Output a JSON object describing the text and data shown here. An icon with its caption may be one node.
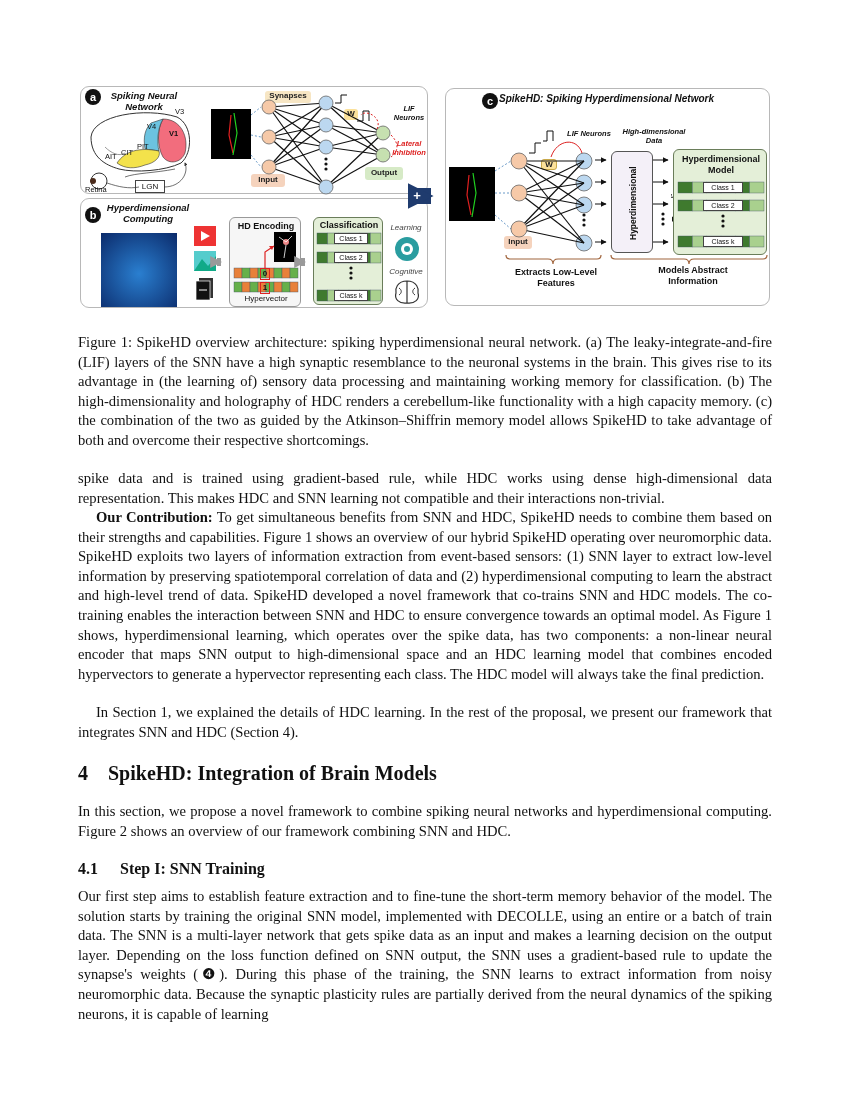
{
  "diagram": {
    "caption": "Figure 1: SpikeHD overview architecture: spiking hyperdimensional neural network. (a) The leaky-integrate-and-fire (LIF) layers of the SNN have a high synaptic resemblance to the neuronal systems in the brain. This gives rise to its advantage in (the learning of) sensory data processing and maintaining working memory for classification. (b) The high-dimensionality and holography of HDC renders a cerebellum-like functionality with a high capacity memory. (c) the combination of the two as guided by the Atkinson–Shiffrin memory model allows SpikeHD to take advantage of both and overcome their respective shortcomings.",
    "nodes": [
      {
        "text": [
          "Spiking Neural Network"
        ]
      },
      {
        "text": [
          "Synapses"
        ],
        "in": 0
      },
      {
        "text": [
          "Input"
        ],
        "in": 0
      },
      {
        "text": [
          "W"
        ],
        "in": 0
      },
      {
        "text": [
          "Output"
        ],
        "in": 0
      },
      {
        "text": [
          "LGN"
        ],
        "in": 0
      },
      {
        "text": [
          "Hyperdimensional Computing"
        ]
      },
      {
        "text": [],
        "shape": "picture",
        "in": 6
      },
      {
        "text": [
          "HD Encoding",
          "Hypervector"
        ],
        "in": 6
      },
      {
        "text": [
          "Classification"
        ],
        "in": 6
      },
      {
        "text": [
          "Class 1"
        ],
        "in": 9
      },
      {
        "text": [
          "Class 2"
        ],
        "in": 9
      },
      {
        "text": [
          "Class k"
        ],
        "in": 9
      },
      {
        "text": [
          "SpikeHD: Spiking Hyperdimensional Network"
        ]
      },
      {
        "text": [
          "Input"
        ],
        "in": 13
      },
      {
        "text": [
          "W"
        ],
        "in": 13
      },
      {
        "text": [],
        "shape": "picture",
        "in": 13
      },
      {
        "text": [
          "Hyperdimensional Encoding"
        ],
        "in": 13
      },
      {
        "text": [
          "Hyperdimensional Model"
        ],
        "in": 13
      },
      {
        "text": [
          "Class 1"
        ],
        "in": 18
      },
      {
        "text": [
          "Class 2"
        ],
        "in": 18
      },
      {
        "text": [
          "Class k"
        ],
        "in": 18
      }
    ],
    "edges": [
      {
        "from": 7,
        "to": 8,
        "arrow": "to",
        "style": "thick",
        "color": "#9a9a9a"
      },
      {
        "from": 8,
        "to": 9,
        "arrow": "to",
        "style": "thick",
        "color": "#9a9a9a"
      },
      {
        "from": 0,
        "to": 13,
        "arrow": "to",
        "label": "+",
        "style": "thick",
        "color": "#1f3b6e"
      },
      {
        "from": 6,
        "to": 13,
        "arrow": "to",
        "style": "thick",
        "color": "#1f3b6e"
      },
      {
        "from": 16,
        "to": 17,
        "arrow": "to"
      },
      {
        "from": 16,
        "to": 17,
        "arrow": "to"
      },
      {
        "from": 16,
        "to": 17,
        "arrow": "to"
      },
      {
        "from": 16,
        "to": 17,
        "arrow": "to"
      },
      {
        "from": 17,
        "to": 18,
        "arrow": "to"
      },
      {
        "from": 17,
        "to": 18,
        "arrow": "to"
      },
      {
        "from": 17,
        "to": 18,
        "arrow": "to"
      },
      {
        "from": 17,
        "to": 18,
        "arrow": "to"
      }
    ],
    "labels": [
      "a",
      "V3",
      "V4",
      "V1",
      "PIT",
      "CIT",
      "AIT",
      "Retina",
      "LIF Neurons",
      "Lateral Inhibition",
      "b",
      "0",
      "1",
      "Learning",
      "Cognitive",
      "c",
      "LIF Neurons",
      "High-dimensional Data",
      "Extracts Low-Level Features",
      "Models Abstract Information",
      "spike data and is trained using gradient-based rule, while HDC works using dense high-dimensional data representation. This makes HDC and SNN learning not compatible and their interactions non-trivial.",
      "**Our Contribution:** To get simultaneous benefits from SNN and HDC, SpikeHD needs to combine them based on their strengths and capabilities. Figure 1 shows an overview of our hybrid SpikeHD operating over neuromorphic data. SpikeHD exploits two layers of information extraction from event-based sensors: (1) SNN layer to extract low-level information by preserving spatiotemporal correlation of data and (2) hyperdimensional computing to learn the abstract and high-level trend of data. SpikeHD developed a novel framework that co-trains SNN and HDC models. The co-training enables the interaction between SNN and HDC to ensure convergence towards an optimal model. As Figure 1 shows, hyperdimensional learning, which operates over the spike data, has two components: a non-linear neural encoder that maps SNN output to high-dimensional space and an HDC learning model that combines encoded hypervectors to generate a hypervector representing each class. The HDC model will always take the final prediction.",
      "In Section 1, we explained the details of HDC learning. In the rest of the proposal, we present our framework that integrates SNN and HDC (Section 4).",
      "4",
      "SpikeHD: Integration of Brain Models",
      "In this section, we propose a novel framework to combine spiking neural networks and hyperdimensional computing. Figure 2 shows an overview of our framework combining SNN and HDC.",
      "4.1",
      "Step I: SNN Training",
      "Our first step aims to establish feature extraction and to fine-tune the short-term memory behavior of the model. The solution starts by training the original SNN model, implemented with DECOLLE, using an entire or a batch of train data. The SNN is a multi-layer network that gets spike data as an input and makes a learning decision on the output layer. Depending on the loss function defined on SNN output, the SNN uses a gradient-based rule to update the synapse's weights (❹). During this phase of the training, the SNN learns to extract information from noisy neuromorphic data. Because the synaptic plasticity rules are partially derived from the neural dynamics of the spiking neurons, it is capable of learning"
    ]
  }
}
